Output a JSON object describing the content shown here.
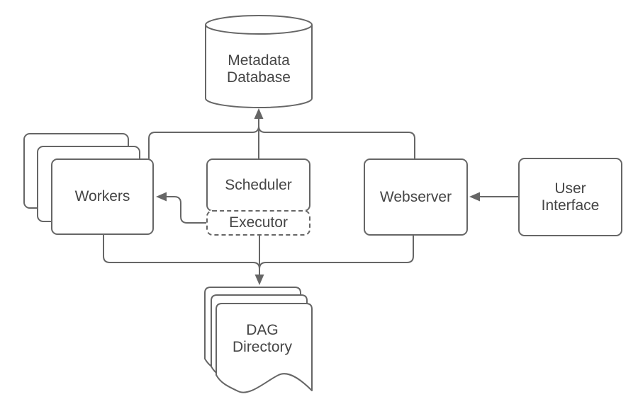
{
  "diagram_type": "architecture-flowchart",
  "nodes": {
    "metadata_database": {
      "shape": "database-cylinder",
      "lines": [
        "Metadata",
        "Database"
      ]
    },
    "workers": {
      "shape": "stacked-rounded-rectangles",
      "stack_count": 3,
      "label": "Workers"
    },
    "scheduler": {
      "shape": "rounded-rectangle",
      "label": "Scheduler"
    },
    "executor": {
      "shape": "dashed-rounded-rectangle",
      "label": "Executor"
    },
    "webserver": {
      "shape": "rounded-rectangle",
      "label": "Webserver"
    },
    "user_interface": {
      "shape": "rounded-rectangle",
      "lines": [
        "User",
        "Interface"
      ]
    },
    "dag_directory": {
      "shape": "stacked-documents",
      "stack_count": 3,
      "lines": [
        "DAG",
        "Directory"
      ]
    }
  },
  "edges": [
    {
      "from": "scheduler",
      "to": "metadata_database",
      "arrowhead_at": "metadata_database"
    },
    {
      "from": "workers",
      "to": "metadata_database",
      "arrowhead_at": "shared-connector"
    },
    {
      "from": "webserver",
      "to": "metadata_database",
      "arrowhead_at": "shared-connector"
    },
    {
      "from": "executor",
      "to": "workers",
      "arrowhead_at": "workers"
    },
    {
      "from": "user_interface",
      "to": "webserver",
      "arrowhead_at": "webserver"
    },
    {
      "from": "executor",
      "to": "dag_directory",
      "arrowhead_at": "dag_directory"
    },
    {
      "from": "workers",
      "to": "dag_directory",
      "arrowhead_at": "shared-connector"
    },
    {
      "from": "webserver",
      "to": "dag_directory",
      "arrowhead_at": "shared-connector"
    }
  ],
  "colors": {
    "stroke": "#666666",
    "text": "#454545",
    "node_fill": "#ffffff",
    "background": "#ffffff"
  }
}
